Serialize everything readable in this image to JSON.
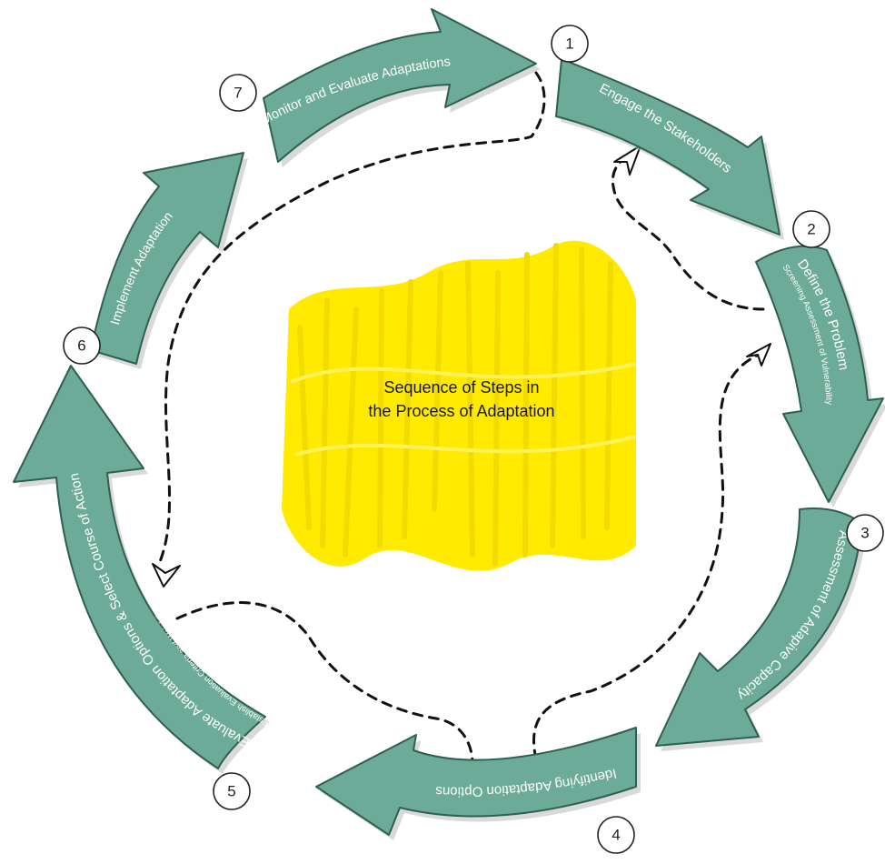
{
  "diagram": {
    "center_title": {
      "line1": "Sequence of Steps in",
      "line2": "the Process of Adaptation"
    },
    "steps": [
      {
        "number": "1",
        "label": "Engage the Stakeholders",
        "sublabel": ""
      },
      {
        "number": "2",
        "label": "Define the Problem",
        "sublabel": "Screening Assessment of Vulnerability"
      },
      {
        "number": "3",
        "label": "Assessment of Adapive Capacity",
        "sublabel": ""
      },
      {
        "number": "4",
        "label": "Identifying Adaptation Options",
        "sublabel": ""
      },
      {
        "number": "5",
        "label": "Evaluate Adaptation Options & Select Course of Action",
        "sublabel": "Establish Evaluation Criteria and Weighting"
      },
      {
        "number": "6",
        "label": "Implement Adaptation",
        "sublabel": ""
      },
      {
        "number": "7",
        "label": "Monitor and Evaluate Adaptations",
        "sublabel": ""
      }
    ],
    "colors": {
      "arrow": "#6bab97",
      "arrow_outline": "#2f5f52",
      "highlight": "#ffea00",
      "dashed_line": "#111111"
    }
  }
}
